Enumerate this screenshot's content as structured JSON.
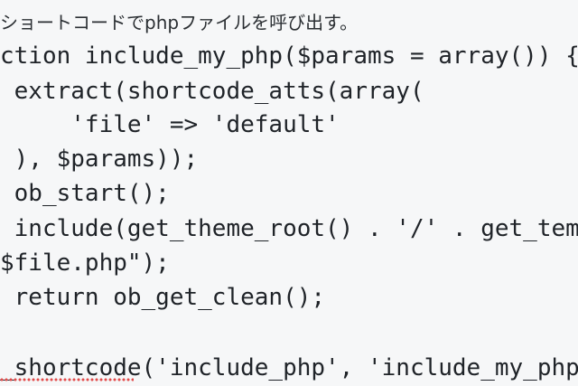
{
  "code_editor": {
    "lines": [
      "ショートコードでphpファイルを呼び出す。",
      "ction include_my_php($params = array()) {",
      " extract(shortcode_atts(array(",
      "     'file' => 'default'",
      " ), $params));",
      " ob_start();",
      " include(get_theme_root() . '/' . get_templa",
      "$file.php\");",
      " return ob_get_clean();",
      "",
      "_shortcode('include_php', 'include_my_php');"
    ]
  }
}
